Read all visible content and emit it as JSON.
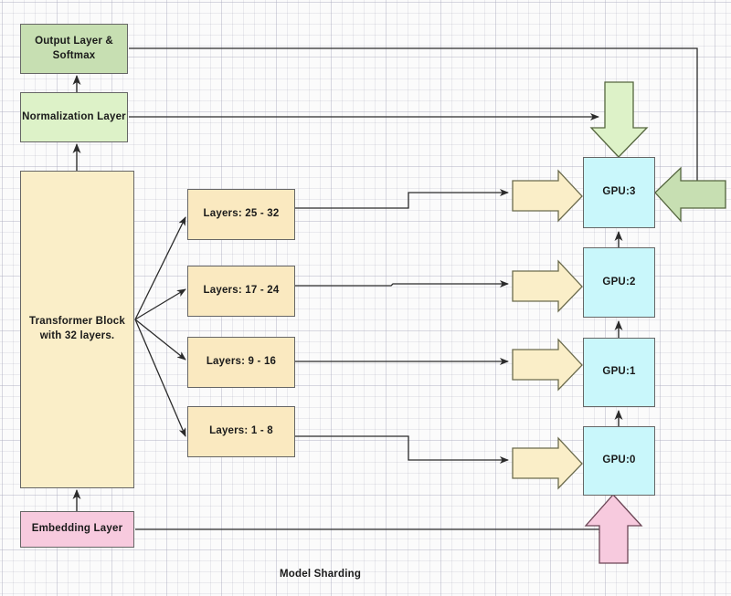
{
  "diagram": {
    "caption": "Model Sharding",
    "colors": {
      "output_fill": "#c7dfb2",
      "norm_fill": "#ddf2c8",
      "transformer_fill": "#faeec8",
      "embedding_fill": "#f7cade",
      "layer_fill": "#fae9c0",
      "gpu_fill": "#c9f7fb",
      "arrow_yellow": "#faeec8",
      "arrow_green": "#ddf2c8",
      "arrow_green_dark": "#c7dfb2",
      "arrow_pink": "#f7cade",
      "stroke": "#666666",
      "line": "#2b2b2b",
      "grid": "#aaaabe"
    },
    "left_column": {
      "output_layer": "Output Layer &\nSoftmax",
      "output_layer_line1": "Output Layer &",
      "output_layer_line2": "Softmax",
      "normalization_layer": "Normalization Layer",
      "transformer_block_line1": "Transformer Block",
      "transformer_block_line2": "with 32 layers.",
      "embedding_layer": "Embedding Layer"
    },
    "shards": [
      {
        "label": "Layers: 25 - 32",
        "target_gpu": "GPU:3"
      },
      {
        "label": "Layers: 17 - 24",
        "target_gpu": "GPU:2"
      },
      {
        "label": "Layers: 9 - 16",
        "target_gpu": "GPU:1"
      },
      {
        "label": "Layers: 1 - 8",
        "target_gpu": "GPU:0"
      }
    ],
    "gpus": [
      {
        "label": "GPU:3"
      },
      {
        "label": "GPU:2"
      },
      {
        "label": "GPU:1"
      },
      {
        "label": "GPU:0"
      }
    ],
    "block_arrows": [
      {
        "name": "normalization-to-gpu3-arrow",
        "direction": "down",
        "color": "#ddf2c8"
      },
      {
        "name": "output-to-gpu3-arrow",
        "direction": "left",
        "color": "#c7dfb2"
      },
      {
        "name": "embedding-to-gpu0-arrow",
        "direction": "up",
        "color": "#f7cade"
      },
      {
        "name": "shard-to-gpu3-arrow",
        "direction": "right",
        "color": "#faeec8"
      },
      {
        "name": "shard-to-gpu2-arrow",
        "direction": "right",
        "color": "#faeec8"
      },
      {
        "name": "shard-to-gpu1-arrow",
        "direction": "right",
        "color": "#faeec8"
      },
      {
        "name": "shard-to-gpu0-arrow",
        "direction": "right",
        "color": "#faeec8"
      }
    ]
  }
}
